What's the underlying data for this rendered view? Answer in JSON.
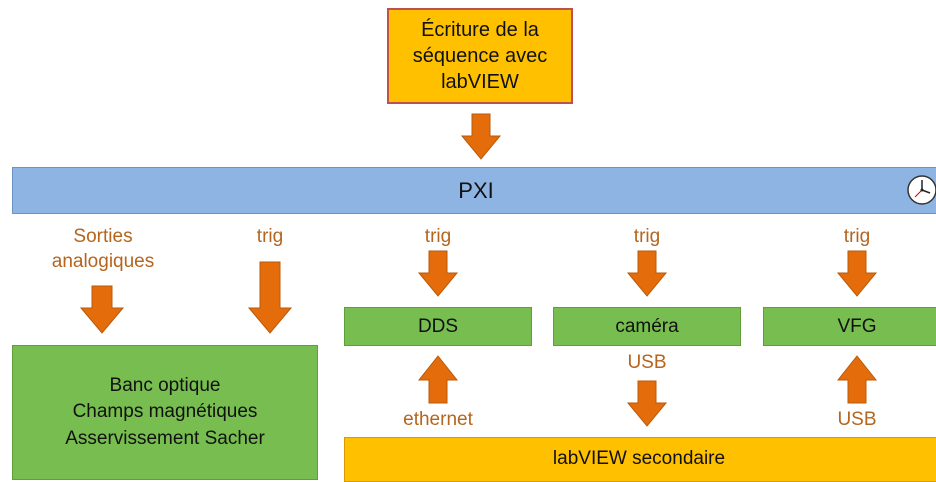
{
  "top_box": {
    "text": "Écriture de la\nséquence avec\nlabVIEW"
  },
  "pxi_bar": {
    "text": "PXI",
    "icon": "clock-icon"
  },
  "labels": {
    "sorties": "Sorties\nanalogiques",
    "trig_1": "trig",
    "trig_2": "trig",
    "trig_3": "trig",
    "trig_4": "trig",
    "ethernet": "ethernet",
    "usb_camera": "USB",
    "usb_vfg": "USB"
  },
  "devices": {
    "dds": "DDS",
    "camera": "caméra",
    "vfg": "VFG"
  },
  "bench_box": {
    "text": "Banc optique\nChamps magnétiques\nAsservissement Sacher"
  },
  "secondary_bar": {
    "text": "labVIEW secondaire"
  },
  "colors": {
    "orange_fill": "#ffc000",
    "orange_border": "#c0504d",
    "arrow": "#e46c0a",
    "arrow_border": "#b95a0a",
    "green": "#77bd4f",
    "blue": "#8eb4e3",
    "label_text": "#b5651d"
  }
}
